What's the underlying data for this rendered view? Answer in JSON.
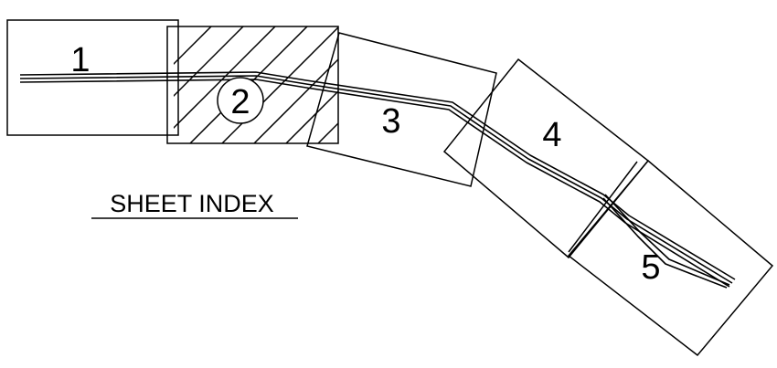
{
  "title": "SHEET INDEX",
  "highlighted_sheet": "2",
  "sheets": [
    {
      "id": "1",
      "label": "1"
    },
    {
      "id": "2",
      "label": "2"
    },
    {
      "id": "3",
      "label": "3"
    },
    {
      "id": "4",
      "label": "4"
    },
    {
      "id": "5",
      "label": "5"
    }
  ],
  "colors": {
    "line": "#000000",
    "background": "#ffffff"
  }
}
